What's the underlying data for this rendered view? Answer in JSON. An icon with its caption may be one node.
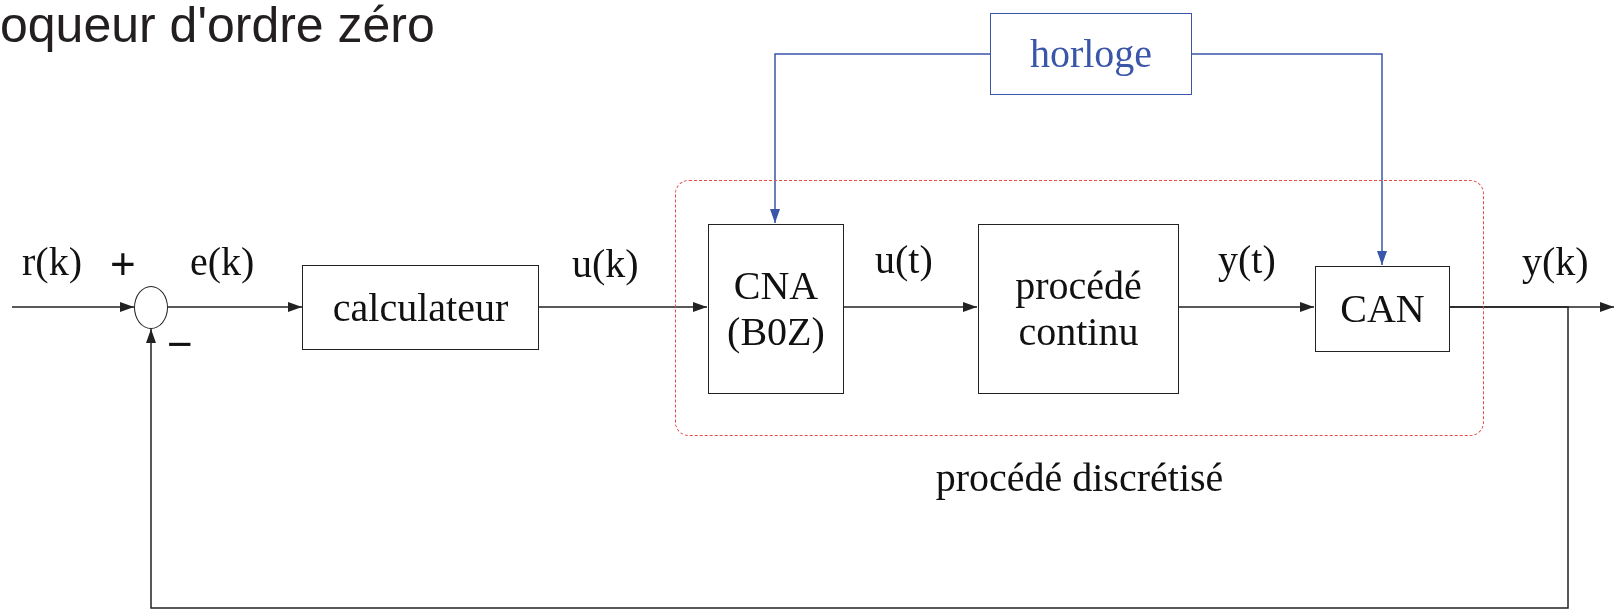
{
  "diagram": {
    "title": "oqueur d'ordre zéro",
    "nodes": [
      {
        "text": [
          "horloge"
        ]
      },
      {
        "text": [],
        "shape": "circle"
      },
      {
        "text": [
          "calculateur"
        ]
      },
      {
        "text": [
          "procédé discrétisé"
        ]
      },
      {
        "text": [
          "CNA (B0Z)"
        ],
        "in": 3
      },
      {
        "text": [
          "procédé continu"
        ],
        "in": 3
      },
      {
        "text": [
          "CAN"
        ],
        "in": 3
      }
    ],
    "edges": [
      {
        "from": null,
        "to": 1,
        "arrow": "to",
        "label": "r(k)"
      },
      {
        "from": 1,
        "to": 2,
        "arrow": "to",
        "label": "e(k)"
      },
      {
        "from": 2,
        "to": 4,
        "arrow": "to",
        "label": "u(k)"
      },
      {
        "from": 4,
        "to": 5,
        "arrow": "to",
        "label": "u(t)"
      },
      {
        "from": 5,
        "to": 6,
        "arrow": "to",
        "label": "y(t)"
      },
      {
        "from": 6,
        "to": null,
        "arrow": "to",
        "label": "y(k)"
      },
      {
        "from": 6,
        "to": 1,
        "arrow": "to"
      },
      {
        "from": 0,
        "to": 4,
        "arrow": "to",
        "color": "#3a56a8"
      },
      {
        "from": 0,
        "to": 6,
        "arrow": "to",
        "color": "#3a56a8"
      }
    ],
    "labels": [
      "+",
      "−"
    ]
  }
}
